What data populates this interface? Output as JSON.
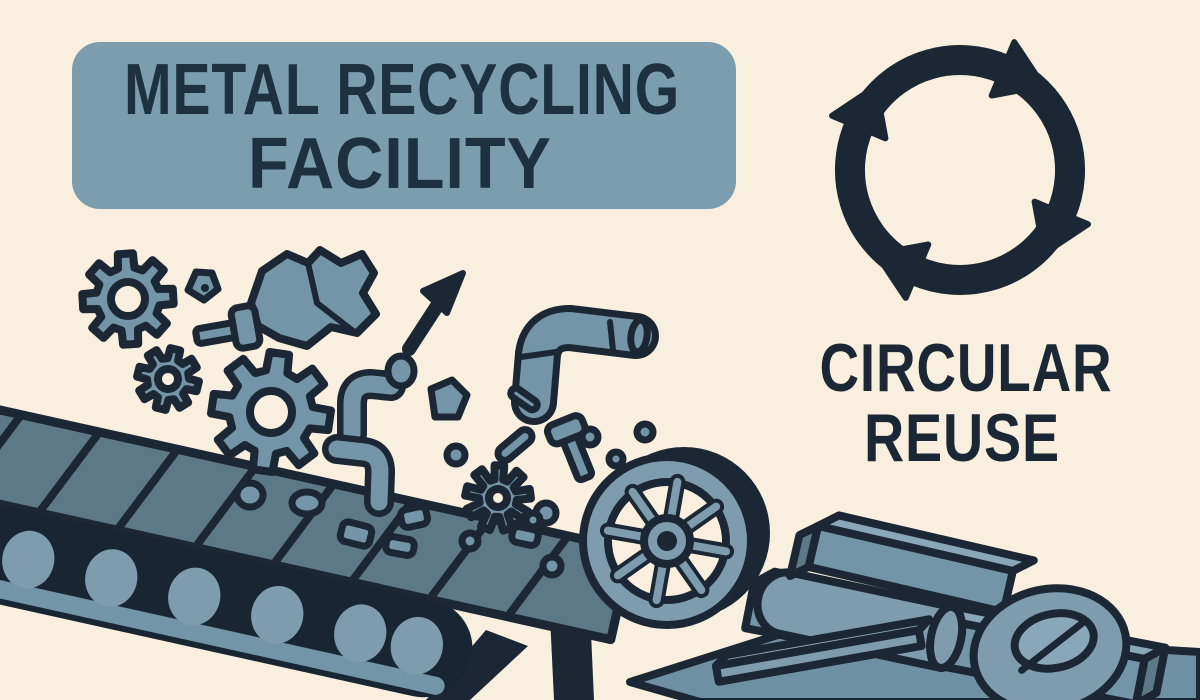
{
  "banner": {
    "line1": "METAL RECYCLING",
    "line2": "FACILITY"
  },
  "caption": {
    "line1": "CIRCULAR",
    "line2": "REUSE"
  },
  "colors": {
    "background": "#f9efde",
    "banner_fill": "#7b9dae",
    "banner_text": "#1d3140",
    "ink": "#1b2734",
    "metal": "#7495a7",
    "metal_light": "#7e9cad",
    "metal_lighter": "#8aa7b9",
    "metal_mid": "#5d7887",
    "belt_dark": "#182634",
    "platform": "#6f8fa2"
  },
  "icons": {
    "recycle_loop": "circular-reuse-arrows-icon",
    "gear": "gear-icon",
    "arrow_up": "up-right-arrow-icon"
  },
  "illustration": {
    "elements": [
      "title-banner",
      "recycle-loop-icon",
      "scrap-metal-pieces",
      "gears",
      "conveyor-belt",
      "conveyor-legs",
      "flywheel",
      "metal-stock",
      "metal-ring",
      "platform"
    ]
  }
}
